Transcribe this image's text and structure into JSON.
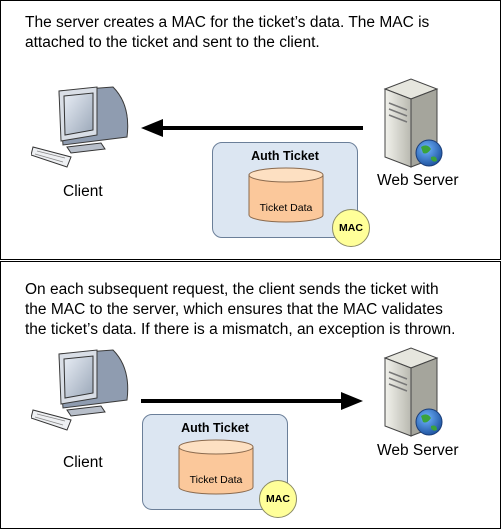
{
  "panels": [
    {
      "caption_lines": [
        "The server creates a MAC for the ticket’s data. The MAC is",
        "attached to the ticket and sent to the client."
      ],
      "client_label": "Client",
      "server_label": "Web Server",
      "ticket_title": "Auth Ticket",
      "ticket_data": "Ticket Data",
      "mac_label": "MAC",
      "arrow_direction": "server-to-client"
    },
    {
      "caption_lines": [
        "On each subsequent request, the client sends the ticket with",
        "the MAC to the server, which ensures that the MAC validates",
        "the ticket’s data. If there is a mismatch, an exception is thrown."
      ],
      "client_label": "Client",
      "server_label": "Web Server",
      "ticket_title": "Auth Ticket",
      "ticket_data": "Ticket Data",
      "mac_label": "MAC",
      "arrow_direction": "client-to-server"
    }
  ],
  "colors": {
    "ticket_fill": "#dce6f2",
    "cylinder_fill": "#fbc89b",
    "mac_fill": "#ffff99",
    "globe": "#2d6fc0"
  }
}
